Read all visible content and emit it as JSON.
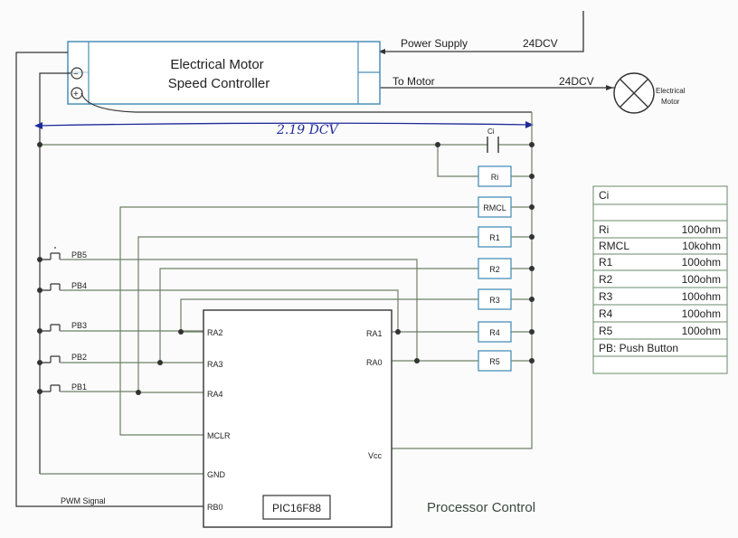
{
  "controller": {
    "title_line1": "Electrical Motor",
    "title_line2": "Speed Controller",
    "minus_symbol": "−",
    "plus_symbol": "+"
  },
  "power_supply": {
    "label": "Power Supply",
    "voltage": "24DCV"
  },
  "to_motor": {
    "label": "To Motor",
    "voltage": "24DCV"
  },
  "motor": {
    "label_line1": "Electrical",
    "label_line2": "Motor"
  },
  "measurement": {
    "label": "2.19 DCV"
  },
  "capacitor": {
    "label": "Ci"
  },
  "resistors": {
    "ri": "Ri",
    "rmcl": "RMCL",
    "r1": "R1",
    "r2": "R2",
    "r3": "R3",
    "r4": "R4",
    "r5": "R5"
  },
  "buttons": {
    "pb5": "PB5",
    "pb4": "PB4",
    "pb3": "PB3",
    "pb2": "PB2",
    "pb1": "PB1"
  },
  "pins": {
    "ra2": "RA2",
    "ra3": "RA3",
    "ra4": "RA4",
    "mclr": "MCLR",
    "gnd": "GND",
    "rb0": "RB0",
    "ra1": "RA1",
    "ra0": "RA0",
    "vcc": "Vcc"
  },
  "chip": {
    "name": "PIC16F88"
  },
  "pwm_label": "PWM Signal",
  "section_title": "Processor Control",
  "legend": {
    "header": "Ci",
    "rows": [
      {
        "name": "Ri",
        "value": "100ohm"
      },
      {
        "name": "RMCL",
        "value": "10kohm"
      },
      {
        "name": "R1",
        "value": "100ohm"
      },
      {
        "name": "R2",
        "value": "100ohm"
      },
      {
        "name": "R3",
        "value": "100ohm"
      },
      {
        "name": "R4",
        "value": "100ohm"
      },
      {
        "name": "R5",
        "value": "100ohm"
      }
    ],
    "footer": "PB: Push Button"
  },
  "colors": {
    "wire": "#6e7f66",
    "black_wire": "#333333",
    "component_border": "#4a90b8",
    "measure_line": "#1f2a9a",
    "text": "#222222"
  }
}
